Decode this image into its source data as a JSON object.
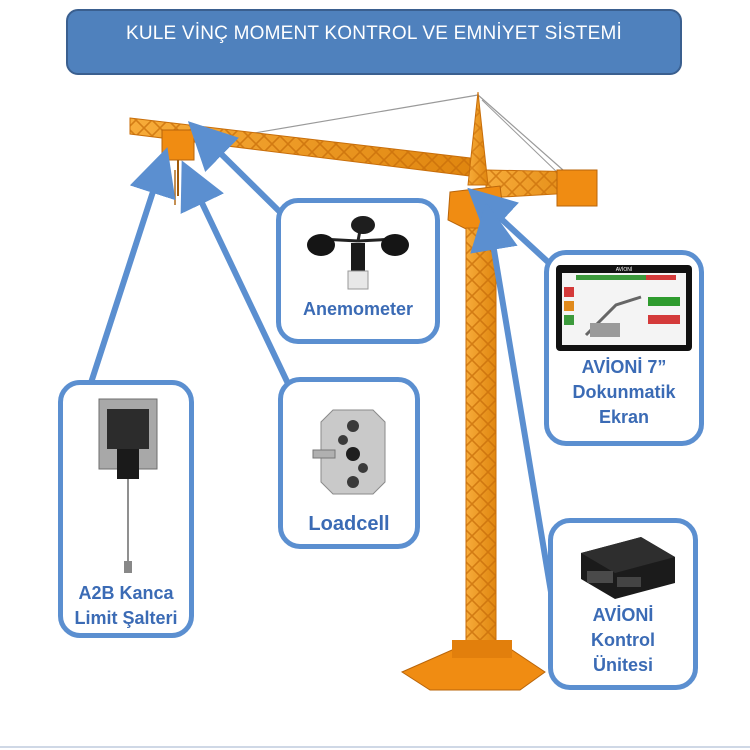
{
  "title": "KULE VİNÇ MOMENT KONTROL VE EMNİYET SİSTEMİ",
  "components": {
    "anemometer": {
      "label": "Anemometer",
      "icon": "anemometer-icon"
    },
    "loadcell": {
      "label": "Loadcell",
      "icon": "loadcell-icon"
    },
    "a2b": {
      "label_line1": "A2B Kanca",
      "label_line2": "Limit Şalteri",
      "icon": "limit-switch-icon"
    },
    "display": {
      "label_line1": "AVİONİ 7”",
      "label_line2": "Dokunmatik",
      "label_line3": "Ekran",
      "screen_brand": "AVİONİ",
      "icon": "touchscreen-icon"
    },
    "control_unit": {
      "label_line1": "AVİONİ",
      "label_line2": "Kontrol",
      "label_line3": "Ünitesi",
      "icon": "control-unit-icon"
    }
  },
  "colors": {
    "banner": "#4f81bd",
    "card_border": "#5b8fd0",
    "label": "#3b6bb5",
    "arrow": "#5b8fd0",
    "crane": "#f39a1e"
  }
}
